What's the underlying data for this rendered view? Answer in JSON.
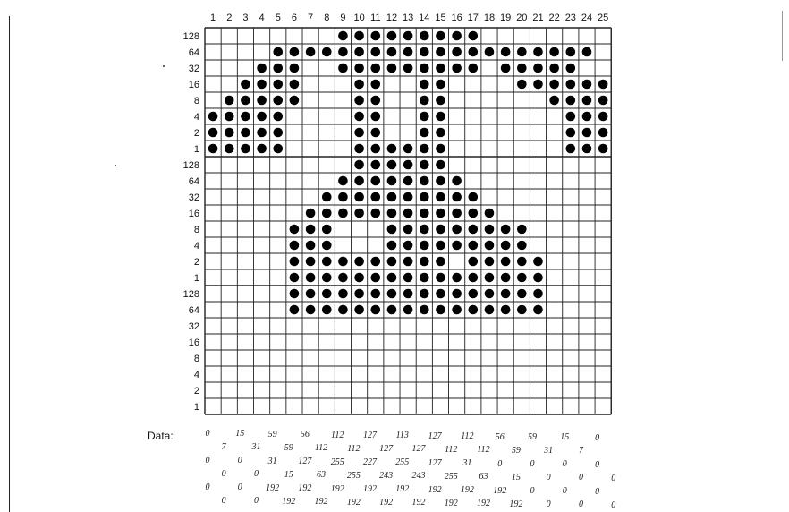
{
  "diagram": {
    "column_numbers": [
      "1",
      "2",
      "3",
      "4",
      "5",
      "6",
      "7",
      "8",
      "9",
      "10",
      "11",
      "12",
      "13",
      "14",
      "15",
      "16",
      "17",
      "18",
      "19",
      "20",
      "21",
      "22",
      "23",
      "24",
      "25"
    ],
    "row_weights": [
      "128",
      "64",
      "32",
      "16",
      "8",
      "4",
      "2",
      "1",
      "128",
      "64",
      "32",
      "16",
      "8",
      "4",
      "2",
      "1",
      "128",
      "64",
      "32",
      "16",
      "8",
      "4",
      "2",
      "1"
    ],
    "dots": [
      "........#########........",
      "....####################.",
      "...###..#########.#####..",
      "..####...##..##....######",
      ".#####...##..##......####",
      "#####....##..##.......###",
      "#####....##..##.......###",
      "#####....######.......###",
      ".........######..........",
      "........########.........",
      ".......##########........",
      "......############.......",
      ".....###...#########.....",
      ".....###...#########.....",
      ".....##########.#####....",
      ".....################....",
      ".....################....",
      ".....################....",
      ".........................",
      ".........................",
      ".........................",
      ".........................",
      ".........................",
      "........................."
    ],
    "data_label": "Data:",
    "data_values": [
      [
        "0",
        "7",
        "0",
        "0",
        "0",
        "0"
      ],
      [
        "15",
        "31",
        "0",
        "0",
        "0",
        "0"
      ],
      [
        "59",
        "59",
        "31",
        "15",
        "192",
        "192"
      ],
      [
        "56",
        "112",
        "127",
        "63",
        "192",
        "192"
      ],
      [
        "112",
        "112",
        "255",
        "255",
        "192",
        "192"
      ],
      [
        "127",
        "127",
        "227",
        "243",
        "192",
        "192"
      ],
      [
        "113",
        "127",
        "255",
        "243",
        "192",
        "192"
      ],
      [
        "127",
        "112",
        "127",
        "255",
        "192",
        "192"
      ],
      [
        "112",
        "112",
        "31",
        "63",
        "192",
        "192"
      ],
      [
        "56",
        "59",
        "0",
        "15",
        "192",
        "192"
      ],
      [
        "59",
        "31",
        "0",
        "0",
        "0",
        "0"
      ],
      [
        "15",
        "7",
        "0",
        "0",
        "0",
        "0"
      ],
      [
        "0",
        "",
        "0",
        "0",
        "0",
        "0"
      ]
    ]
  }
}
